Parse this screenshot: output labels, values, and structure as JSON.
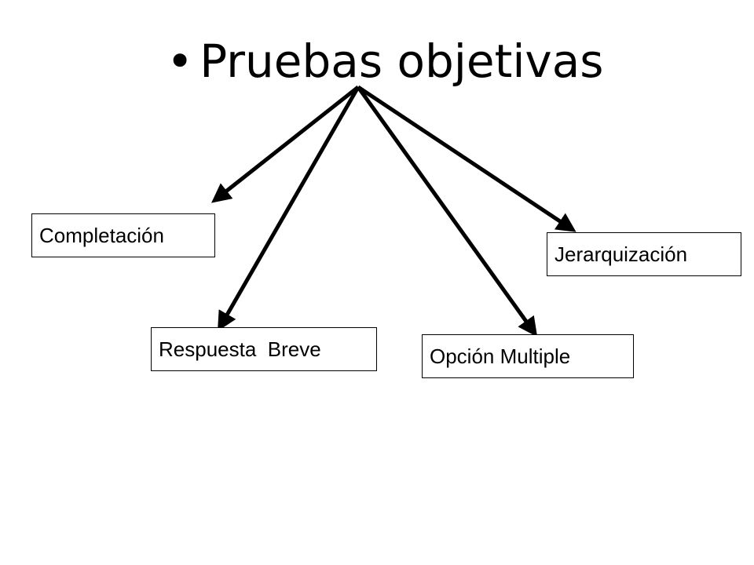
{
  "title": {
    "bullet": "•",
    "text": "Pruebas objetivas"
  },
  "nodes": {
    "completacion": "Completación",
    "respuesta_breve": "Respuesta  Breve",
    "opcion_multiple": "Opción Multiple",
    "jerarquizacion": "Jerarquización"
  },
  "colors": {
    "arrow": "#000000",
    "border": "#000000",
    "background": "#ffffff"
  }
}
